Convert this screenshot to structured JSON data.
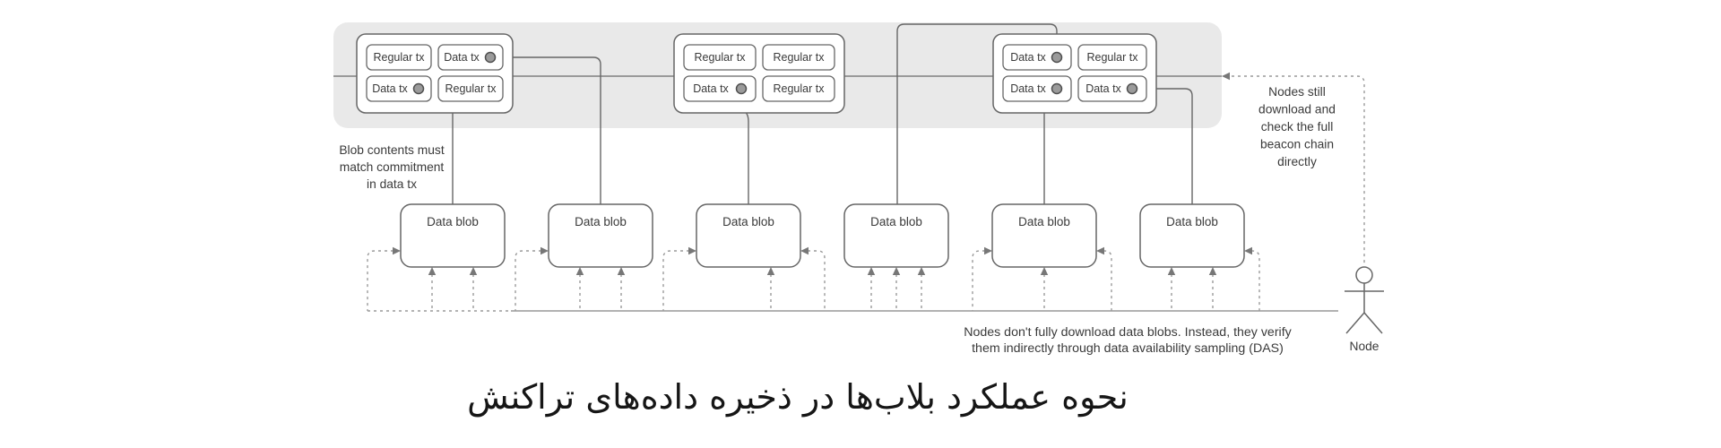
{
  "diagram": {
    "beacon_blocks": [
      {
        "txs": [
          {
            "label": "Regular tx",
            "type": "regular"
          },
          {
            "label": "Data tx",
            "type": "data"
          },
          {
            "label": "Data tx",
            "type": "data"
          },
          {
            "label": "Regular tx",
            "type": "regular"
          }
        ]
      },
      {
        "txs": [
          {
            "label": "Regular tx",
            "type": "regular"
          },
          {
            "label": "Regular tx",
            "type": "regular"
          },
          {
            "label": "Data tx",
            "type": "data"
          },
          {
            "label": "Regular tx",
            "type": "regular"
          }
        ]
      },
      {
        "txs": [
          {
            "label": "Data tx",
            "type": "data"
          },
          {
            "label": "Regular tx",
            "type": "regular"
          },
          {
            "label": "Data tx",
            "type": "data"
          },
          {
            "label": "Data tx",
            "type": "data"
          }
        ]
      }
    ],
    "blobs": [
      "Data blob",
      "Data blob",
      "Data blob",
      "Data blob",
      "Data blob",
      "Data blob"
    ],
    "annotations": {
      "blob_note": [
        "Blob contents must",
        "match commitment",
        "in data tx"
      ],
      "node_note": [
        "Nodes still",
        "download and",
        "check the full",
        "beacon chain",
        "directly"
      ],
      "das_note": [
        "Nodes don't fully download data blobs. Instead, they verify",
        "them indirectly through data availability sampling (DAS)"
      ],
      "node_label": "Node"
    },
    "colors": {
      "band": "#e9e9e9",
      "line": "#666666",
      "dashed": "#9a9a9a",
      "dot_fill": "#9b9b9b",
      "ground": "#999999"
    }
  },
  "caption": {
    "text": "نحوه عملکرد بلاب‌ها در ذخیره داده‌های تراکنش"
  }
}
